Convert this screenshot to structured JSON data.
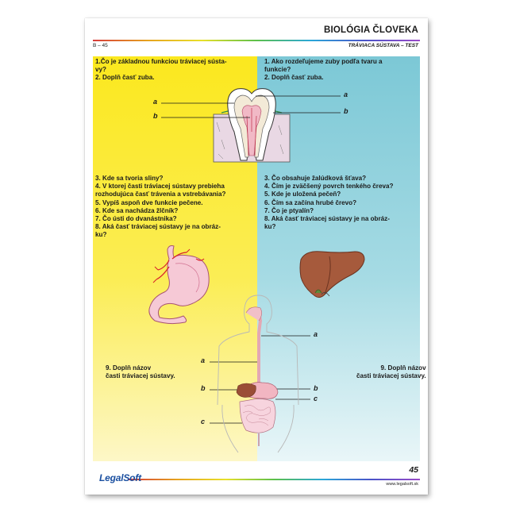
{
  "header": {
    "title": "BIOLÓGIA ČLOVEKA",
    "code": "B – 45",
    "subtitle": "TRÁVIACA SÚSTAVA – TEST"
  },
  "left": {
    "block1": [
      "1.Čo je základnou funkciou tráviacej sústa-",
      "vy?",
      "2. Doplň časť zuba."
    ],
    "block2": [
      "3. Kde sa tvoria sliny?",
      "4. V ktorej časti tráviacej sústavy prebieha",
      "rozhodujúca časť trávenia a vstrebávania?",
      "5. Vypíš aspoň dve funkcie pečene.",
      "6. Kde sa nachádza žlčník?",
      "7. Čo ústi do dvanástnika?",
      "8. Aká časť tráviacej sústavy je na obráz-",
      "ku?"
    ],
    "block3": [
      "9. Doplň názov",
      "časti tráviacej sústavy."
    ]
  },
  "right": {
    "block1": [
      "1. Ako rozdeľujeme zuby podľa tvaru a",
      "funkcie?",
      "2. Doplň časť zuba."
    ],
    "block2": [
      "3. Čo obsahuje žalúdková šťava?",
      "4. Čím je zväčšený povrch tenkého čreva?",
      "5. Kde je uložená pečeň?",
      "6. Čím sa začína hrubé črevo?",
      "7. Čo je ptyalín?",
      "8. Aká časť tráviacej sústavy je na obráz-",
      "ku?"
    ],
    "block3": [
      "9. Doplň názov",
      "časti tráviacej sústavy."
    ]
  },
  "labels": {
    "tooth_left": [
      "a",
      "b"
    ],
    "tooth_right": [
      "a",
      "b"
    ],
    "body_right_a": "a",
    "body_left_a": "a",
    "body_left_b": "b",
    "body_right_b": "b",
    "body_right_c": "c",
    "body_left_c": "c"
  },
  "footer": {
    "page_number": "45",
    "url": "www.legalsoft.sk",
    "logo": "LegalSoft"
  },
  "colors": {
    "yellow": "#fbe81e",
    "cyan": "#7cc8d6",
    "logo_blue": "#1a4fa0"
  },
  "icons": [
    "tooth-cross-section-illustration",
    "stomach-illustration",
    "liver-illustration",
    "digestive-system-illustration",
    "legalsoft-logo"
  ]
}
